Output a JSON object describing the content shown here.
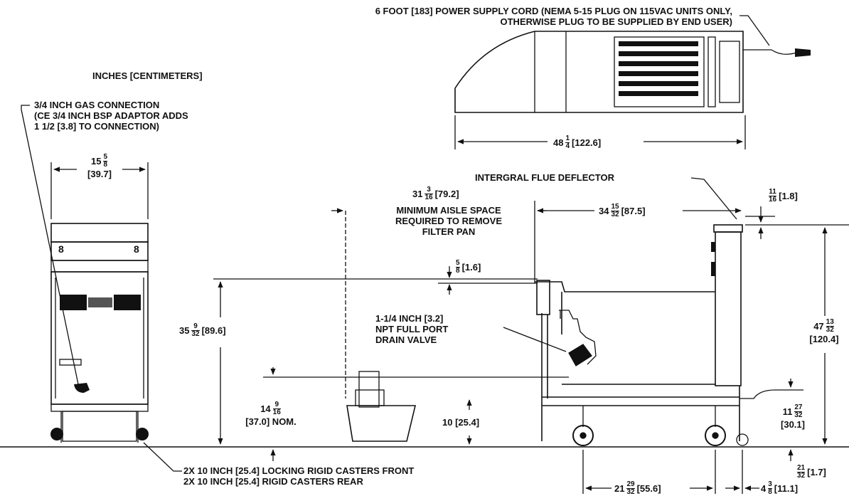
{
  "units_note": "INCHES [CENTIMETERS]",
  "callouts": {
    "power_cord_line1": "6 FOOT [183] POWER SUPPLY CORD (NEMA 5-15 PLUG ON 115VAC UNITS ONLY,",
    "power_cord_line2": "OTHERWISE PLUG TO BE SUPPLIED BY END USER)",
    "gas_line1": "3/4 INCH GAS CONNECTION",
    "gas_line2": "(CE 3/4 INCH BSP ADAPTOR ADDS",
    "gas_line3": "1 1/2 [3.8] TO CONNECTION)",
    "flue": "INTERGRAL FLUE DEFLECTOR",
    "aisle_line1": "MINIMUM AISLE SPACE",
    "aisle_line2": "REQUIRED TO REMOVE",
    "aisle_line3": "FILTER PAN",
    "drain_line1": "1-1/4 INCH [3.2]",
    "drain_line2": "NPT FULL PORT",
    "drain_line3": "DRAIN VALVE",
    "casters_line1": "2X 10 INCH [25.4] LOCKING RIGID CASTERS FRONT",
    "casters_line2": "2X 10 INCH [25.4] RIGID CASTERS REAR"
  },
  "front_label": "8",
  "dims": {
    "top_width": {
      "whole": "48",
      "num": "1",
      "den": "4",
      "metric": "[122.6]"
    },
    "front_width": {
      "whole": "15",
      "num": "5",
      "den": "8",
      "metric": "[39.7]"
    },
    "aisle": {
      "whole": "31",
      "num": "3",
      "den": "16",
      "metric": "[79.2]"
    },
    "depth": {
      "whole": "34",
      "num": "15",
      "den": "32",
      "metric": "[87.5]"
    },
    "flue_height": {
      "num": "11",
      "den": "16",
      "metric": "[1.8]"
    },
    "rim_offset": {
      "num": "5",
      "den": "8",
      "metric": "[1.6]"
    },
    "work_height": {
      "whole": "35",
      "num": "9",
      "den": "32",
      "metric": "[89.6]"
    },
    "drain_height": {
      "whole": "14",
      "num": "9",
      "den": "16",
      "metric": "[37.0] NOM."
    },
    "caster": {
      "text": "10 [25.4]"
    },
    "overall_height": {
      "whole": "47",
      "num": "13",
      "den": "32",
      "metric": "[120.4]"
    },
    "cord_height": {
      "whole": "11",
      "num": "27",
      "den": "32",
      "metric": "[30.1]"
    },
    "floor_offset": {
      "num": "21",
      "den": "32",
      "metric": "[1.7]"
    },
    "caster_span": {
      "whole": "21",
      "num": "29",
      "den": "32",
      "metric": "[55.6]"
    },
    "rear_offset": {
      "whole": "4",
      "num": "3",
      "den": "8",
      "metric": "[11.1]"
    }
  }
}
